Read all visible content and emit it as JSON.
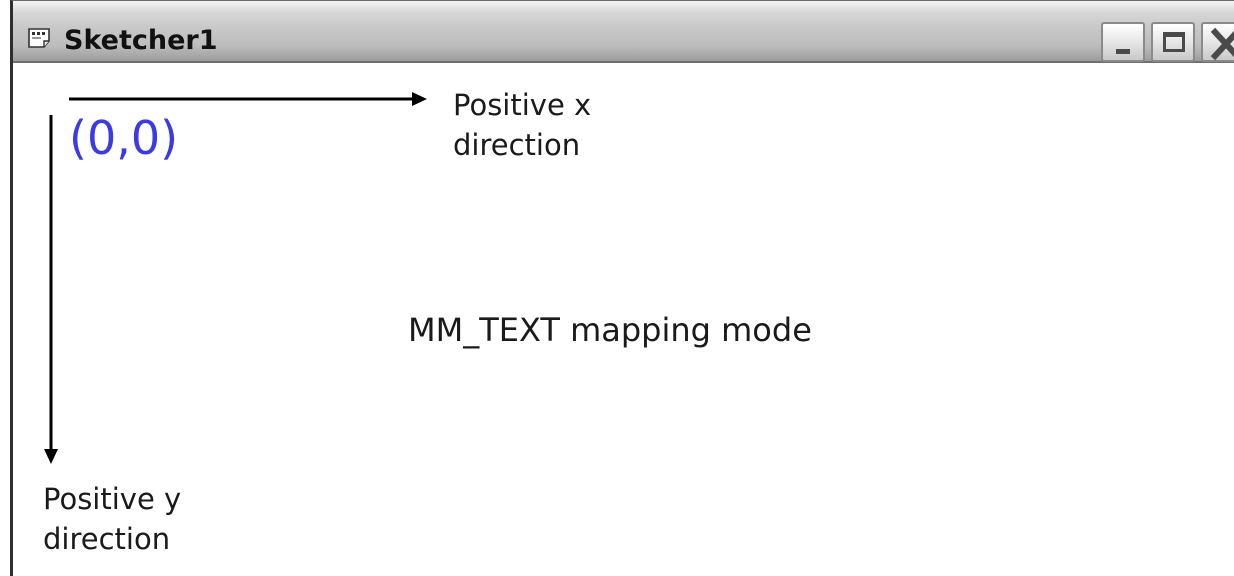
{
  "window": {
    "title": "Sketcher1",
    "icons": {
      "app": "sketcher-app-icon",
      "minimize": "minimize-icon",
      "maximize": "maximize-icon",
      "close": "close-icon"
    }
  },
  "diagram": {
    "origin_label": "(0,0)",
    "x_axis_label_line1": "Positive x",
    "x_axis_label_line2": "direction",
    "y_axis_label_line1": "Positive y",
    "y_axis_label_line2": "direction",
    "mapping_mode_label": "MM_TEXT mapping mode",
    "colors": {
      "origin": "#3a3ae6",
      "arrows": "#000000"
    }
  }
}
